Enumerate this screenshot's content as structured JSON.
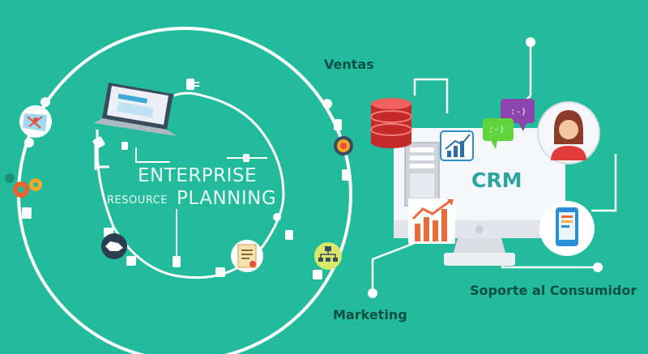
{
  "erp": {
    "line1": "ENTERPRISE",
    "line2_small": "RESOURCE",
    "line2_large": "PLANNING"
  },
  "crm": {
    "title": "CRM",
    "emoticon_1": ":-)",
    "emoticon_2": ":-)"
  },
  "modules": {
    "sales": "Ventas",
    "marketing": "Marketing",
    "support": "Soporte al Consumidor"
  },
  "icons": [
    "laptop-icon",
    "map-icon",
    "gears-icon",
    "handshake-icon",
    "document-icon",
    "target-icon",
    "org-chart-icon",
    "database-icon",
    "server-icon",
    "growth-chart-icon",
    "monitor-icon",
    "chat-bubble-icon",
    "avatar-icon",
    "smartphone-icon"
  ],
  "colors": {
    "background": "#22bc9c",
    "lines": "#ffffff",
    "label_dark": "#0d4f43",
    "crm_text": "#2ba5a0",
    "database": "#e43b3b",
    "chart_orange": "#ec6b3c",
    "chat_purple": "#8e44ad",
    "chat_green": "#5fd43c"
  }
}
